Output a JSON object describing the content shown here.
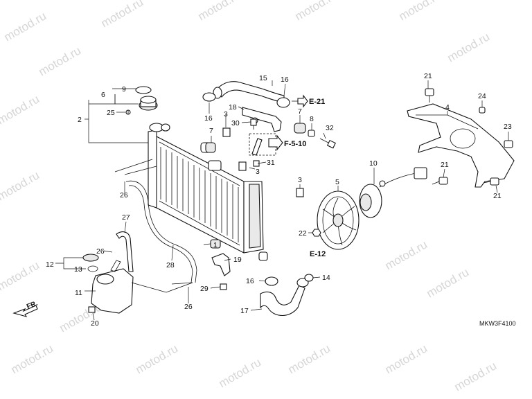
{
  "watermark": "motod.ru",
  "drawing_code": "MKW3F4100",
  "direction_label": "FR.",
  "references": {
    "e21": "E-21",
    "f510": "F-5-10",
    "e12": "E-12"
  },
  "callouts": {
    "c1": "1",
    "c2": "2",
    "c3a": "3",
    "c3b": "3",
    "c3c": "3",
    "c4": "4",
    "c5": "5",
    "c6": "6",
    "c7a": "7",
    "c7b": "7",
    "c8": "8",
    "c9": "9",
    "c10": "10",
    "c11": "11",
    "c12": "12",
    "c13": "13",
    "c14": "14",
    "c15": "15",
    "c16a": "16",
    "c16b": "16",
    "c16c": "16",
    "c17": "17",
    "c18": "18",
    "c19": "19",
    "c20": "20",
    "c21a": "21",
    "c21b": "21",
    "c21c": "21",
    "c22": "22",
    "c23": "23",
    "c24": "24",
    "c25": "25",
    "c26a": "26",
    "c26b": "26",
    "c26c": "26",
    "c27": "27",
    "c28": "28",
    "c29": "29",
    "c30": "30",
    "c31": "31",
    "c32": "32"
  }
}
